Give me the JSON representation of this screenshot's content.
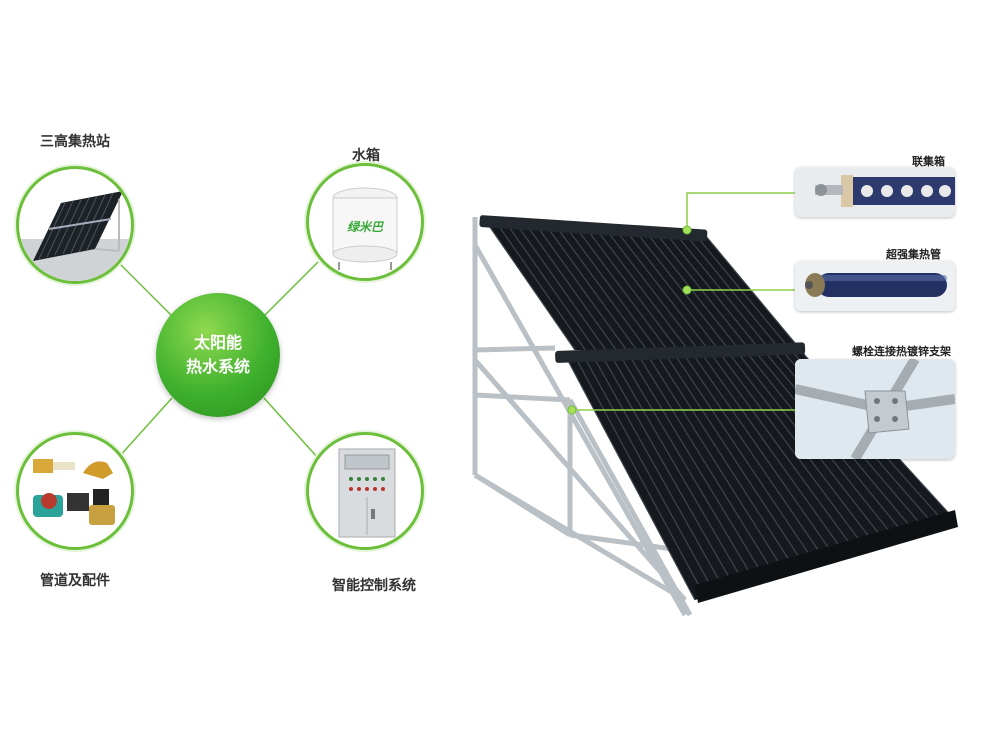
{
  "center": {
    "line1": "太阳能",
    "line2": "热水系统"
  },
  "nodes": {
    "top_left": "三高集热站",
    "top_right": "水箱",
    "bottom_left": "管道及配件",
    "bottom_right": "智能控制系统"
  },
  "tank_brand": "绿米巴",
  "callouts": {
    "header": "联集箱",
    "tube": "超强集热管",
    "bracket": "螺栓连接热镀锌支架"
  },
  "colors": {
    "accent": "#6cbf3a",
    "center": "#3fb12e"
  }
}
